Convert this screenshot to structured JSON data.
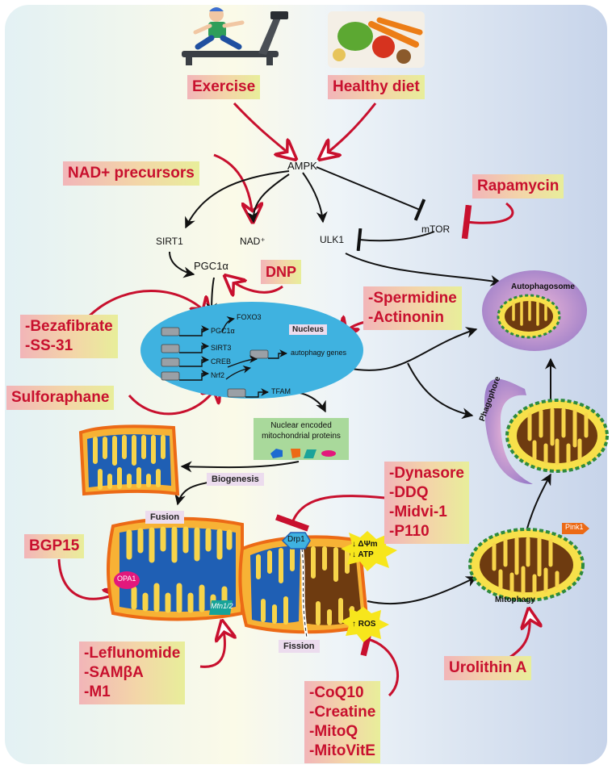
{
  "interventions": {
    "exercise": "Exercise",
    "healthy_diet": "Healthy diet",
    "nad_precursors": "NAD+ precursors",
    "rapamycin": "Rapamycin",
    "dnp": "DNP",
    "spermidine_group": [
      "-Spermidine",
      "-Actinonin"
    ],
    "bezafibrate_group": [
      "-Bezafibrate",
      "-SS-31"
    ],
    "sulforaphane": "Sulforaphane",
    "fission_inhibitors": [
      "-Dynasore",
      "-DDQ",
      "-Midvi-1",
      "-P110"
    ],
    "bgp15": "BGP15",
    "fusion_promoters": [
      "-Leflunomide",
      "-SAMβA",
      "-M1"
    ],
    "antioxidants": [
      "-CoQ10",
      "-Creatine",
      "-MitoQ",
      "-MitoVitE"
    ],
    "urolithin": "Urolithin A"
  },
  "nodes": {
    "ampk": "AMPK",
    "sirt1": "SIRT1",
    "nad": "NAD⁺",
    "ulk1": "ULK1",
    "mtor": "mTOR",
    "pgc1a": "PGC1α"
  },
  "nucleus": {
    "label": "Nucleus",
    "genes": [
      "PGC1α",
      "SIRT3",
      "CREB",
      "Nrf2"
    ],
    "foxo3": "FOXO3",
    "autophagy_genes": "autophagy genes",
    "tfam": "TFAM"
  },
  "proteins_box": [
    "Nuclear encoded",
    "mitochondrial proteins"
  ],
  "tags": {
    "biogenesis": "Biogenesis",
    "fusion": "Fusion",
    "fission": "Fission",
    "mitophagy": "Mitophagy",
    "autophagosome": "Autophagosome",
    "phagophore": "Phagophore"
  },
  "proteins": {
    "opa1": "OPA1",
    "mfn": "Mfn1/2",
    "drp1": "Drp1",
    "pink1": "Pink1"
  },
  "stress_signals": {
    "membrane_atp": [
      "↓ ΔΨm",
      "↓ ATP"
    ],
    "ros": "↑ ROS"
  },
  "colors": {
    "inhibitor_red": "#c8102e",
    "nucleus_blue": "#3fb2e0",
    "matrix_blue": "#1f5fb4",
    "mito_orange": "#f2a83a",
    "damaged_brown": "#6e3b10"
  }
}
